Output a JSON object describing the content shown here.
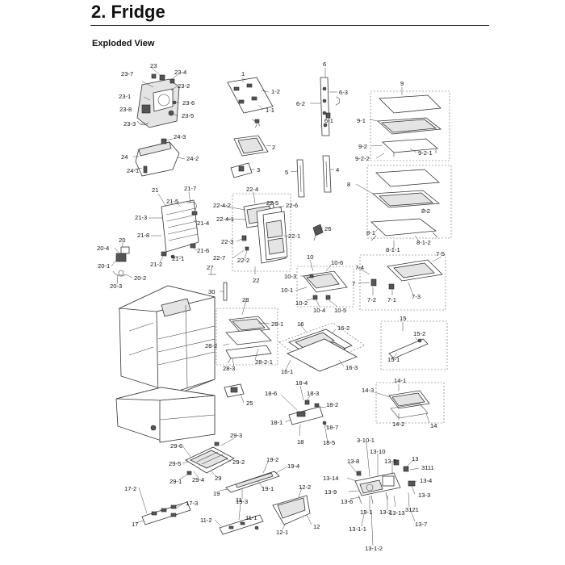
{
  "title": "2.  Fridge",
  "subtitle": "Exploded View",
  "labels": {
    "l1": "1",
    "l1_1": "1-1",
    "l1_2": "1-2",
    "l2": "2",
    "l3": "3",
    "l4": "4",
    "l5": "5",
    "l6": "6",
    "l6_1": "6-1",
    "l6_2": "6-2",
    "l6_3": "6-3",
    "l7": "7",
    "l7_1": "7-1",
    "l7_2": "7-2",
    "l7_3": "7-3",
    "l7_4": "7-4",
    "l7_5": "7-5",
    "l8": "8",
    "l8_1": "8-1",
    "l8_1_1": "8-1-1",
    "l8_1_2": "8-1-2",
    "l8_2": "8-2",
    "l9": "9",
    "l9_1": "9-1",
    "l9_2": "9-2",
    "l9_2_1": "9-2-1",
    "l9_2_2": "9-2-2",
    "l10": "10",
    "l10_1": "10-1",
    "l10_2": "10-2",
    "l10_3": "10-3",
    "l10_4": "10-4",
    "l10_5": "10-5",
    "l10_6": "10-6",
    "l11": "11",
    "l11_1": "11-1",
    "l11_2": "11-2",
    "l12": "12",
    "l12_1": "12-1",
    "l12_2": "12-2",
    "l13": "13",
    "l13_1": "13-1",
    "l13_1_1": "13-1-1",
    "l13_1_2": "13-1-2",
    "l13_2": "13-2",
    "l13_3": "13-3",
    "l13_4": "13-4",
    "l13_5": "13-5",
    "l13_6": "13-6",
    "l13_7": "13-7",
    "l13_8": "13-8",
    "l13_9": "13-9",
    "l13_10": "13-10",
    "l13_13": "13-13",
    "l13_14": "13-14",
    "l3_10_1": "3-10-1",
    "l3111": "3111",
    "l3121": "3121",
    "l14": "14",
    "l14_1": "14-1",
    "l14_2": "14-2",
    "l14_3": "14-3",
    "l15": "15",
    "l15_1": "15-1",
    "l15_2": "15-2",
    "l16": "16",
    "l16_1": "16-1",
    "l16_2": "16-2",
    "l16_3": "16-3",
    "l17": "17",
    "l17_2": "17-2",
    "l17_3": "17-3",
    "l18": "18",
    "l18_1": "18-1",
    "l18_2": "18-2",
    "l18_3": "18-3",
    "l18_4": "18-4",
    "l18_5": "18-5",
    "l18_6": "18-6",
    "l18_7": "18-7",
    "l19": "19",
    "l19_1": "19-1",
    "l19_2": "19-2",
    "l19_3": "19-3",
    "l19_4": "19-4",
    "l20": "20",
    "l20_1": "20-1",
    "l20_2": "20-2",
    "l20_3": "20-3",
    "l20_4": "20-4",
    "l21": "21",
    "l21_1": "21-1",
    "l21_2": "21-2",
    "l21_3": "21-3",
    "l21_4": "21-4",
    "l21_5": "21-5",
    "l21_6": "21-6",
    "l21_7": "21-7",
    "l21_8": "21-8",
    "l22": "22",
    "l22_1": "22-1",
    "l22_2": "22-2",
    "l22_3": "22-3",
    "l22_4": "22-4",
    "l22_4_1": "22-4-1",
    "l22_4_2": "22-4-2",
    "l22_5": "22-5",
    "l22_6": "22-6",
    "l22_7": "22-7",
    "l23": "23",
    "l23_1": "23-1",
    "l23_2": "23-2",
    "l23_3": "23-3",
    "l23_4": "23-4",
    "l23_5": "23-5",
    "l23_6": "23-6",
    "l23_7": "23-7",
    "l23_8": "23-8",
    "l24": "24",
    "l24_1": "24-1",
    "l24_2": "24-2",
    "l24_3": "24-3",
    "l25": "25",
    "l26": "26",
    "l27": "27",
    "l28": "28",
    "l28_1": "28-1",
    "l28_2": "28-2",
    "l28_2_1": "28-2-1",
    "l28_3": "28-3",
    "l29": "29",
    "l29_1": "29-1",
    "l29_2": "29-2",
    "l29_3": "29-3",
    "l29_4": "29-4",
    "l29_5": "29-5",
    "l29_6": "29-6",
    "l30": "30"
  }
}
